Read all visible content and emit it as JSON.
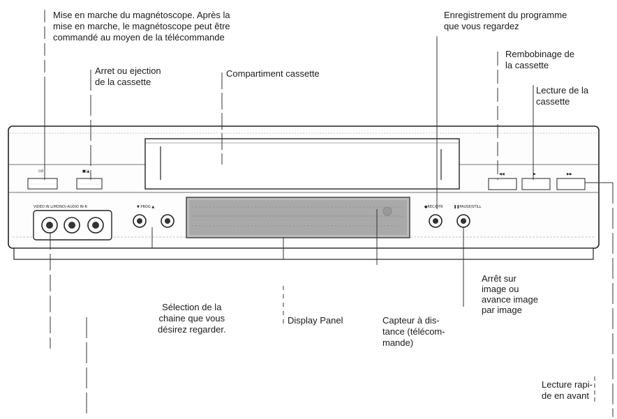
{
  "callouts": {
    "power": "Mise en marche du magnétoscope. Après la\nmise en marche, le magnétoscope peut être\ncommandé au moyen de la télécommande",
    "stop_eject": "Arret ou ejection\nde la cassette",
    "cassette_compartment": "Compartiment cassette",
    "record": "Enregistrement du programme\nque vous regardez",
    "rewind": "Rembobinage de\nla cassette",
    "play": "Lecture de la\ncassette",
    "freeze": "Arrêt sur\nimage ou\navance image\npar image",
    "channel": "Sélection de la\nchaine que vous\ndésirez regarder.",
    "display_panel": "Display Panel",
    "remote_sensor": "Capteur à dis-\ntance (télécom-\nmande)",
    "fast_forward": "Lecture rapi-\nde en avant"
  },
  "device_labels": {
    "power_btn": "⏻/I",
    "stop_btn": "■/▲",
    "rew_btn": "◀◀",
    "play_btn": "▶",
    "ff_btn": "▶▶",
    "inputs": "VIDEO IN   L(MONO)-AUDIO IN-R",
    "prog": "▼  PROG  ▲",
    "rec_otr": "●REC/OTR",
    "pause_still": "❚❚PAUSE/STILL"
  }
}
